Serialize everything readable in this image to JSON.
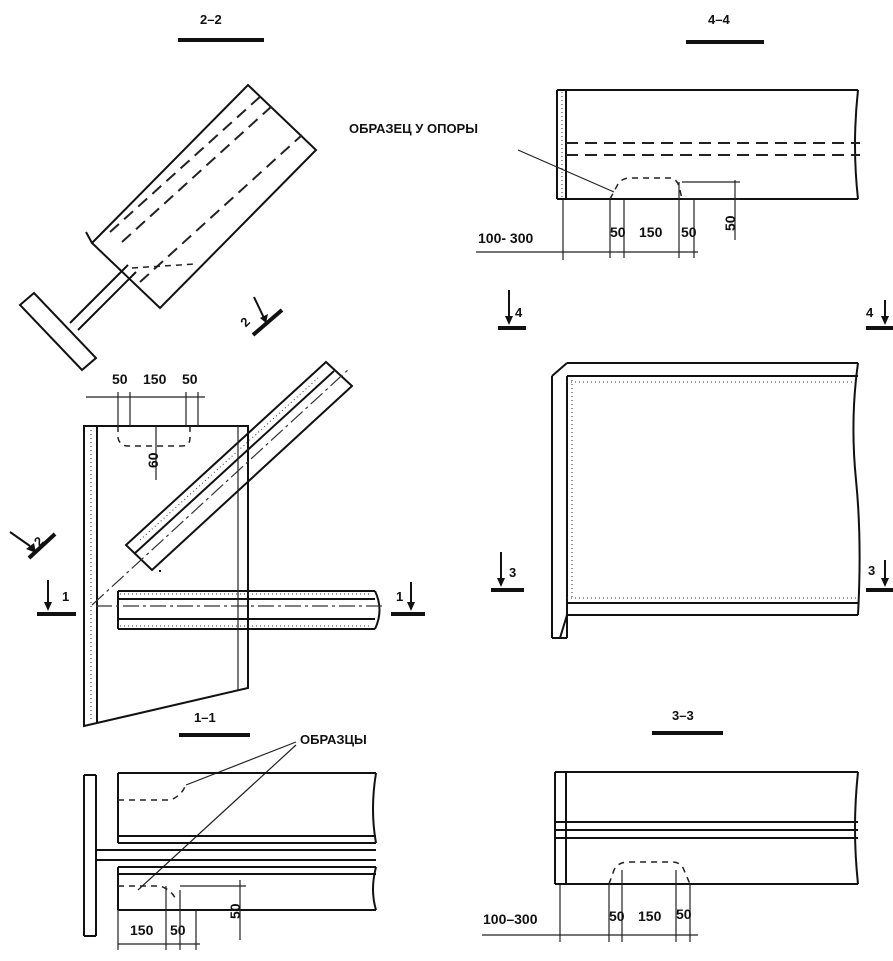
{
  "sections": {
    "s22": "2–2",
    "s44": "4–4",
    "s11": "1–1",
    "s33": "3–3"
  },
  "labels": {
    "sample_at_support": "ОБРАЗЕЦ У ОПОРЫ",
    "samples": "ОБРАЗЦЫ"
  },
  "markers": {
    "m2": "2",
    "m4_left": "4",
    "m4_right": "4",
    "m3_left": "3",
    "m3_right": "3",
    "m1_left": "1",
    "m1_right": "1"
  },
  "dims": {
    "d44": [
      "100- 300",
      "50",
      "150",
      "50",
      "50"
    ],
    "dmid": [
      "50",
      "150",
      "50",
      "60"
    ],
    "d11": [
      "150",
      "50",
      "50"
    ],
    "d33": [
      "100–300",
      "50",
      "150",
      "50"
    ]
  },
  "colors": {
    "ink": "#111111",
    "paper": "#ffffff"
  }
}
